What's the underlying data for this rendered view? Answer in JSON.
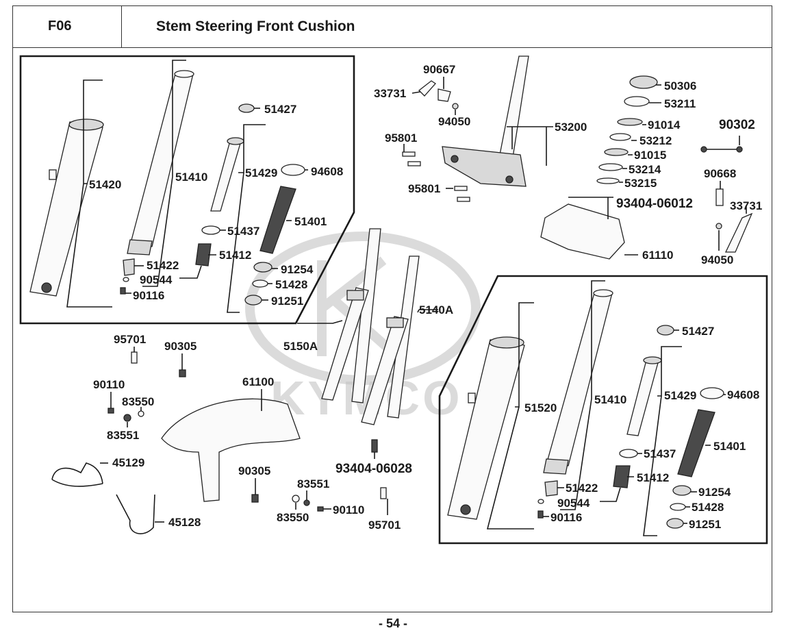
{
  "header": {
    "code": "F06",
    "title": "Stem Steering  Front Cushion"
  },
  "watermark": "KYMCO",
  "footer": {
    "page": "- 54 -"
  },
  "labels": {
    "p51420": "51420",
    "p51410a": "51410",
    "p51427a": "51427",
    "p51429a": "51429",
    "p94608a": "94608",
    "p51401a": "51401",
    "p51437a": "51437",
    "p51412a": "51412",
    "p51422a": "51422",
    "p90544a": "90544",
    "p90116a": "90116",
    "p91254a": "91254",
    "p51428a": "51428",
    "p91251a": "91251",
    "p5150A": "5150A",
    "p5140A": "5140A",
    "p90667": "90667",
    "p33731a": "33731",
    "p94050a": "94050",
    "p95801a": "95801",
    "p95801b": "95801",
    "p53200": "53200",
    "p50306": "50306",
    "p53211": "53211",
    "p91014": "91014",
    "p53212": "53212",
    "p91015": "91015",
    "p53214": "53214",
    "p53215": "53215",
    "p90302": "90302",
    "p90668": "90668",
    "p93404_06012": "93404-06012",
    "p33731b": "33731",
    "p61110": "61110",
    "p94050b": "94050",
    "p95701a": "95701",
    "p90305a": "90305",
    "p90110a": "90110",
    "p83550a": "83550",
    "p83551a": "83551",
    "p61100": "61100",
    "p45129": "45129",
    "p45128": "45128",
    "p90305b": "90305",
    "p83551b": "83551",
    "p83550b": "83550",
    "p90110b": "90110",
    "p95701b": "95701",
    "p93404_06028": "93404-06028",
    "p51427b": "51427",
    "p51520": "51520",
    "p51410b": "51410",
    "p51429b": "51429",
    "p94608b": "94608",
    "p51401b": "51401",
    "p51437b": "51437",
    "p51412b": "51412",
    "p51422b": "51422",
    "p90544b": "90544",
    "p90116b": "90116",
    "p91254b": "91254",
    "p51428b": "51428",
    "p91251b": "91251"
  }
}
